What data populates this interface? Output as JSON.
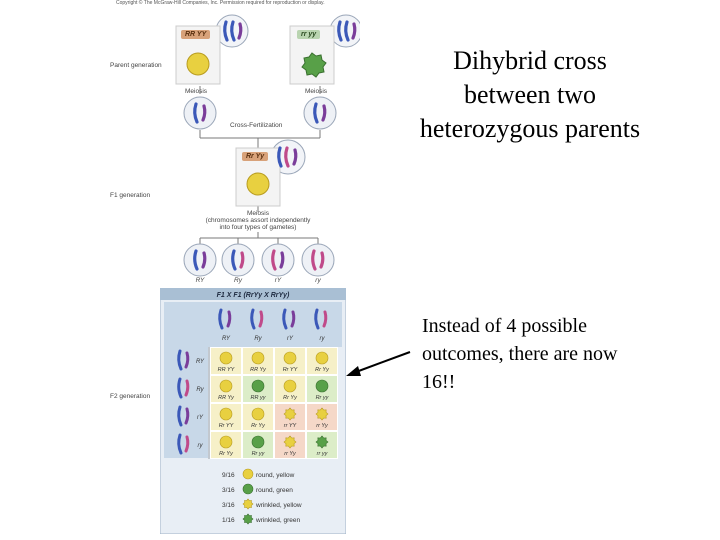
{
  "copyright": "Copyright © The McGraw-Hill Companies, Inc. Permission required for reproduction or display.",
  "labels": {
    "parent_generation": "Parent generation",
    "f1_generation": "F1 generation",
    "f2_generation": "F2 generation",
    "meiosis": "Meiosis",
    "cross_fertilization": "Cross-Fertilization",
    "meiosis_note_line1": "Meiosis",
    "meiosis_note_line2": "(chromosomes assort independently",
    "meiosis_note_line3": "into four types of gametes)"
  },
  "parents": {
    "left_genotype": "RR YY",
    "right_genotype": "rr yy",
    "f1_genotype": "Rr Yy"
  },
  "gametes": [
    "RY",
    "Ry",
    "rY",
    "ry"
  ],
  "punnett": {
    "title": "F1 X F1 (RrYy X RrYy)",
    "row_labels": [
      "RY",
      "Ry",
      "rY",
      "ry"
    ],
    "col_labels": [
      "RY",
      "Ry",
      "rY",
      "ry"
    ],
    "cells": [
      [
        "RR YY",
        "RR Yy",
        "Rr YY",
        "Rr Yy"
      ],
      [
        "RR Yy",
        "RR yy",
        "Rr Yy",
        "Rr yy"
      ],
      [
        "Rr YY",
        "Rr Yy",
        "rr YY",
        "rr Yy"
      ],
      [
        "Rr Yy",
        "Rr yy",
        "rr Yy",
        "rr yy"
      ]
    ],
    "phenotype_grid": [
      [
        "round-yellow",
        "round-yellow",
        "round-yellow",
        "round-yellow"
      ],
      [
        "round-yellow",
        "round-green",
        "round-yellow",
        "round-green"
      ],
      [
        "round-yellow",
        "round-yellow",
        "wrinkled-yellow",
        "wrinkled-yellow"
      ],
      [
        "round-yellow",
        "round-green",
        "wrinkled-yellow",
        "wrinkled-green"
      ]
    ]
  },
  "legend": [
    {
      "ratio": "9/16",
      "label": "round, yellow",
      "kind": "round-yellow"
    },
    {
      "ratio": "3/16",
      "label": "round, green",
      "kind": "round-green"
    },
    {
      "ratio": "3/16",
      "label": "wrinkled, yellow",
      "kind": "wrinkled-yellow"
    },
    {
      "ratio": "1/16",
      "label": "wrinkled, green",
      "kind": "wrinkled-green"
    }
  ],
  "title_lines": [
    "Dihybrid cross",
    "between two",
    "heterozygous parents"
  ],
  "note_lines": [
    "Instead of 4 possible",
    "outcomes, there are now",
    "16!!"
  ],
  "colors": {
    "yellow_pea": "#e8d040",
    "green_pea": "#58a048",
    "cell_yellow": "#f6f0c8",
    "cell_green": "#dcedc8",
    "cell_pink": "#f5d8c8",
    "header_bar": "#a9bfd4",
    "panel": "#c8d8e8",
    "genotype_left_bg": "#d8a27a",
    "genotype_right_bg": "#b9d4b0"
  }
}
